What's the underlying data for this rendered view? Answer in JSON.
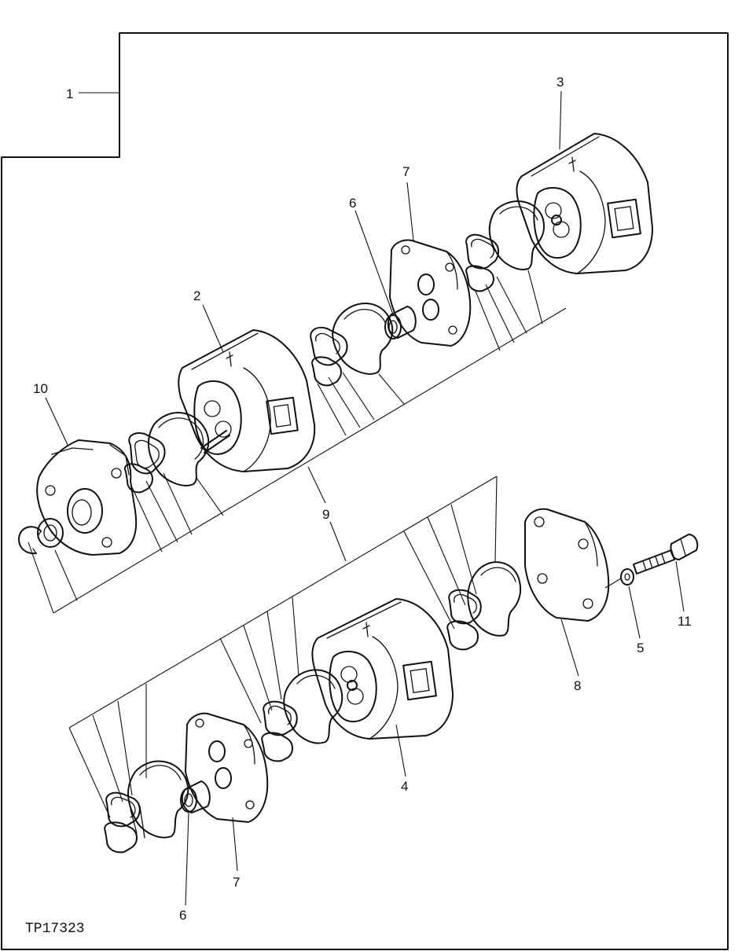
{
  "figure_id": "TP17323",
  "callouts": {
    "c1": "1",
    "c2": "2",
    "c3": "3",
    "c4": "4",
    "c5": "5",
    "c6_top": "6",
    "c6_bottom": "6",
    "c7_top": "7",
    "c7_bottom": "7",
    "c8": "8",
    "c9": "9",
    "c10": "10",
    "c11": "11"
  }
}
